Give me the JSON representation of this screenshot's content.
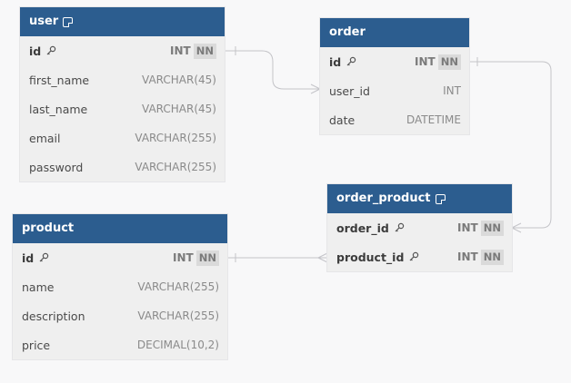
{
  "tables": {
    "user": {
      "name": "user",
      "has_note": true,
      "columns": [
        {
          "name": "id",
          "type": "INT",
          "pk": true,
          "not_null": "NN"
        },
        {
          "name": "first_name",
          "type": "VARCHAR(45)"
        },
        {
          "name": "last_name",
          "type": "VARCHAR(45)"
        },
        {
          "name": "email",
          "type": "VARCHAR(255)"
        },
        {
          "name": "password",
          "type": "VARCHAR(255)"
        }
      ]
    },
    "order": {
      "name": "order",
      "has_note": false,
      "columns": [
        {
          "name": "id",
          "type": "INT",
          "pk": true,
          "not_null": "NN"
        },
        {
          "name": "user_id",
          "type": "INT"
        },
        {
          "name": "date",
          "type": "DATETIME"
        }
      ]
    },
    "order_product": {
      "name": "order_product",
      "has_note": true,
      "columns": [
        {
          "name": "order_id",
          "type": "INT",
          "pk": true,
          "not_null": "NN"
        },
        {
          "name": "product_id",
          "type": "INT",
          "pk": true,
          "not_null": "NN"
        }
      ]
    },
    "product": {
      "name": "product",
      "has_note": false,
      "columns": [
        {
          "name": "id",
          "type": "INT",
          "pk": true,
          "not_null": "NN"
        },
        {
          "name": "name",
          "type": "VARCHAR(255)"
        },
        {
          "name": "description",
          "type": "VARCHAR(255)"
        },
        {
          "name": "price",
          "type": "DECIMAL(10,2)"
        }
      ]
    }
  },
  "relationships": [
    {
      "from": "user.id",
      "to": "order.user_id",
      "type": "one-to-many"
    },
    {
      "from": "order.id",
      "to": "order_product.order_id",
      "type": "one-to-many"
    },
    {
      "from": "product.id",
      "to": "order_product.product_id",
      "type": "one-to-many"
    }
  ],
  "colors": {
    "header": "#2c5d8f",
    "body": "#efefef",
    "canvas": "#f8f8f9",
    "link": "#c4c4c8"
  }
}
